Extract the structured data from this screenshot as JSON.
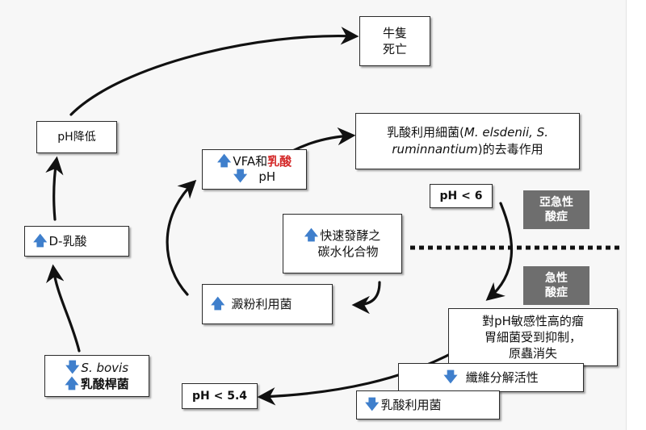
{
  "colors": {
    "arrow_up": "#3f7fcc",
    "arrow_down": "#3f7fcc",
    "highlight_red": "#d42a2a",
    "tag_bg": "#6e6e6e",
    "line": "#111111"
  },
  "icons": {
    "up": "🡅",
    "down": "🡇"
  },
  "nodes": {
    "cattle_death": {
      "line1": "牛隻",
      "line2": "死亡"
    },
    "ph_drop": {
      "label": "pH降低"
    },
    "vfa_lactic": {
      "prefix": "VFA和",
      "highlight": "乳酸",
      "ph": "pH"
    },
    "lactate_utilizers_detox": {
      "text_a": "乳酸利用細菌(",
      "species_a": "M. elsdenii, S.",
      "species_b": "ruminnantium",
      "text_b": ")的去毒作用"
    },
    "ph_lt_6": {
      "label": "pH < 6"
    },
    "subacute_acidosis": {
      "line1": "亞急性",
      "line2": "酸症"
    },
    "fast_fermentable_carbs": {
      "line1": "快速發酵之",
      "line2": "碳水化合物"
    },
    "d_lactic": {
      "label": "D-乳酸"
    },
    "acute_acidosis": {
      "line1": "急性",
      "line2": "酸症"
    },
    "starch_utilizers": {
      "label": "澱粉利用菌"
    },
    "ph_sensitive_inhibited": {
      "line1": "對pH敏感性高的瘤",
      "line2": "胃細菌受到抑制，",
      "line3": "原蟲消失"
    },
    "s_bovis": {
      "species": "S. bovis",
      "label": "乳酸桿菌"
    },
    "fiber_digestion": {
      "label": "纖維分解活性"
    },
    "ph_lt_5_4": {
      "label": "pH < 5.4"
    },
    "lactate_utilizers": {
      "label": "乳酸利用菌"
    }
  }
}
